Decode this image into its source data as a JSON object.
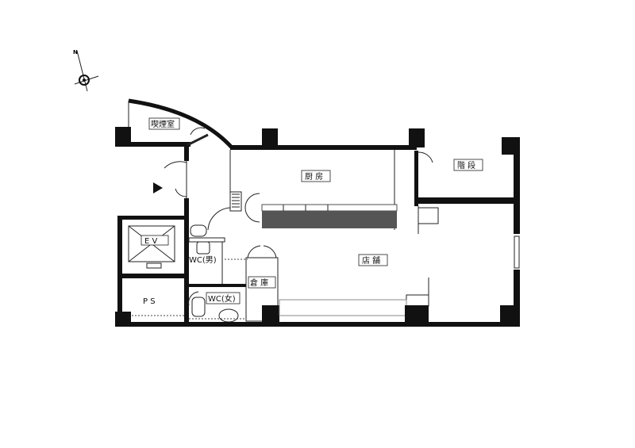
{
  "compass": {
    "north_label": "N"
  },
  "rooms": {
    "smoking_room": "喫煙室",
    "kitchen": "厨 房",
    "shop": "店 舗",
    "stairs": "階 段",
    "elevator": "E V",
    "pipe_shaft": "P S",
    "wc_men": "WC(男)",
    "wc_women": "WC(女)",
    "storage": "倉 庫"
  }
}
